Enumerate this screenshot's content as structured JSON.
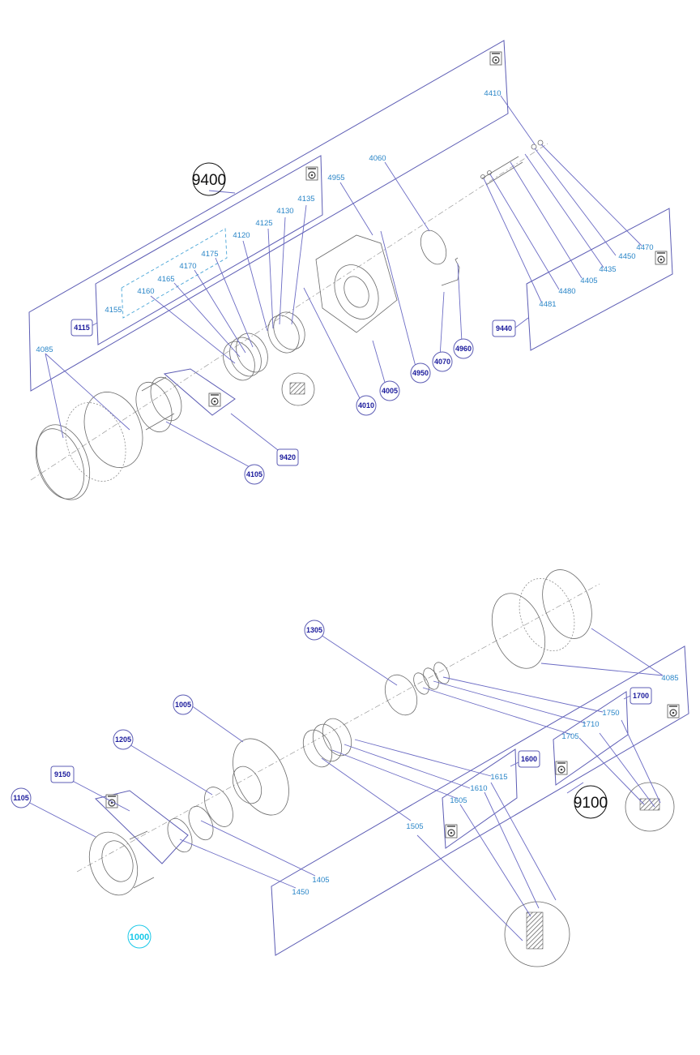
{
  "upper_group": {
    "big_label": "9400",
    "box_labels": [
      "4115",
      "9420",
      "9440"
    ],
    "circled_labels": [
      "4105",
      "4010",
      "4005",
      "4950",
      "4070",
      "4960"
    ],
    "part_labels": [
      "4410",
      "4060",
      "4955",
      "4135",
      "4130",
      "4125",
      "4120",
      "4175",
      "4170",
      "4165",
      "4160",
      "4155",
      "4085",
      "4470",
      "4450",
      "4435",
      "4405",
      "4480",
      "4481"
    ]
  },
  "lower_group": {
    "big_label": "9100",
    "box_labels": [
      "1700",
      "1600",
      "9150"
    ],
    "circled_labels": [
      "1305",
      "1005",
      "1205",
      "1105",
      "1000"
    ],
    "part_labels": [
      "4085",
      "1750",
      "1710",
      "1705",
      "1615",
      "1610",
      "1605",
      "1505",
      "1405",
      "1450"
    ]
  },
  "colors": {
    "part_label": "#2a86c8",
    "box_label": "#1a1a9c",
    "leader": "#6b6bc4",
    "highlight": "#18c8e8"
  },
  "icons": [
    "logo-stamp-icon"
  ]
}
